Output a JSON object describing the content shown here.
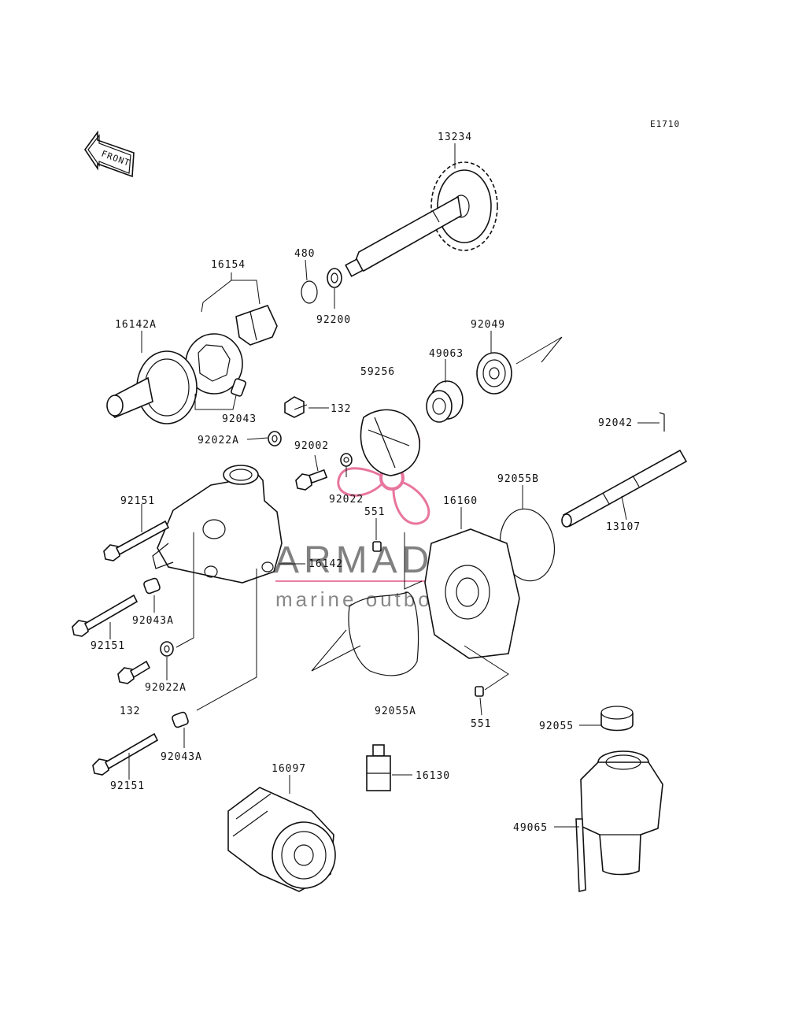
{
  "diagram": {
    "code": "E1710",
    "front_label": "FRONT"
  },
  "watermark": {
    "brand": "ARMADA",
    "tagline": "marine outboards",
    "brand_color": "#555555",
    "accent_color": "#e0487d"
  },
  "callouts": {
    "c13234": "13234",
    "c480": "480",
    "c92200": "92200",
    "c16154": "16154",
    "c16142A": "16142A",
    "c92043": "92043",
    "c132a": "132",
    "c92022A_a": "92022A",
    "c92002": "92002",
    "c92022": "92022",
    "c59256": "59256",
    "c49063": "49063",
    "c92049": "92049",
    "c92042": "92042",
    "c92055B": "92055B",
    "c16160": "16160",
    "c551a": "551",
    "c13107": "13107",
    "c92151a": "92151",
    "c16142": "16142",
    "c92043A_a": "92043A",
    "c92151b": "92151",
    "c92022A_b": "92022A",
    "c132b": "132",
    "c92043A_b": "92043A",
    "c92151c": "92151",
    "c92055A": "92055A",
    "c551b": "551",
    "c92055": "92055",
    "c16130": "16130",
    "c16097": "16097",
    "c49065": "49065"
  }
}
